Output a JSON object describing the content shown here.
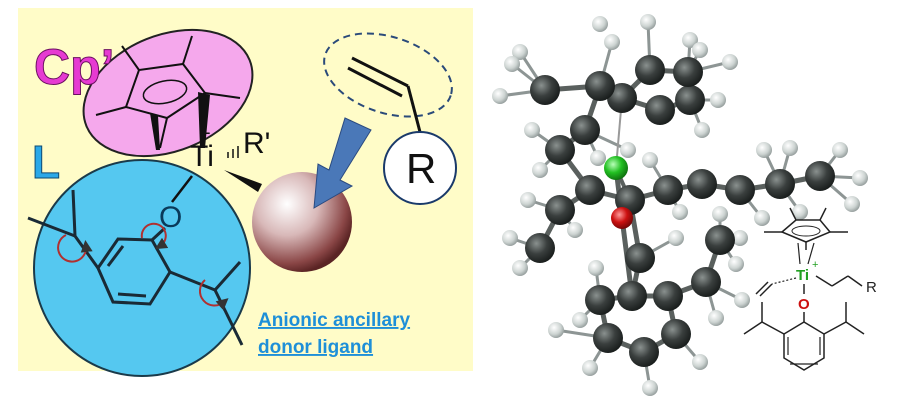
{
  "colors": {
    "panel_background": "#fffcc8",
    "cp_label": "#e63ad2",
    "cp_ellipse": "#f5a8ec",
    "L_label": "#2aa8e8",
    "ligand_circle": "#55c8f0",
    "anionic_label": "#1e8fd8",
    "arrow": "#4a78b8",
    "titanium_atom": "#22c022",
    "oxygen_atom": "#cc1010",
    "carbon_atom": "#3a3f3e",
    "hydrogen_atom": "#cdd4d2"
  },
  "left_panel": {
    "cp_label": "Cp’",
    "ligand_label": "L",
    "ti_plus": "+",
    "ti_label": "Ti",
    "r_prime_label": "R'",
    "oxygen_label": "O",
    "r_label": "R",
    "anionic_line1": "Anionic ancillary",
    "anionic_line2": "donor ligand"
  },
  "right_panel": {
    "structure_inset": {
      "ti_plus": "+",
      "ti_label": "Ti",
      "oxygen_label": "O",
      "r_label": "R"
    }
  }
}
